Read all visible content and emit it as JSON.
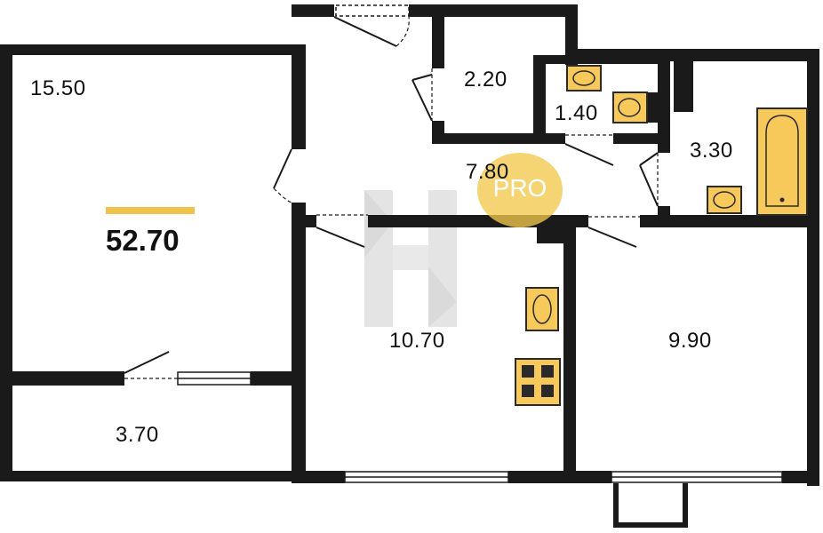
{
  "colors": {
    "wall": "#1a1a1a",
    "fixture_fill": "#f7c95a",
    "fixture_stroke": "#2a2a2a",
    "accent_bar": "#f0c24b",
    "pro_badge": "#f2c94c",
    "watermark": "#c8c8c8"
  },
  "total_area": "52.70",
  "rooms": [
    {
      "id": "living-room",
      "area": "15.50"
    },
    {
      "id": "balcony",
      "area": "3.70"
    },
    {
      "id": "hallway",
      "area": "7.80"
    },
    {
      "id": "storage",
      "area": "2.20"
    },
    {
      "id": "toilet",
      "area": "1.40"
    },
    {
      "id": "bathroom",
      "area": "3.30"
    },
    {
      "id": "kitchen",
      "area": "10.70"
    },
    {
      "id": "bedroom",
      "area": "9.90"
    }
  ],
  "watermark": {
    "letter": "H",
    "badge": "PRO"
  },
  "icons": [
    "sink-icon",
    "toilet-icon",
    "bathtub-icon",
    "stove-icon",
    "door-icon",
    "window-icon"
  ]
}
